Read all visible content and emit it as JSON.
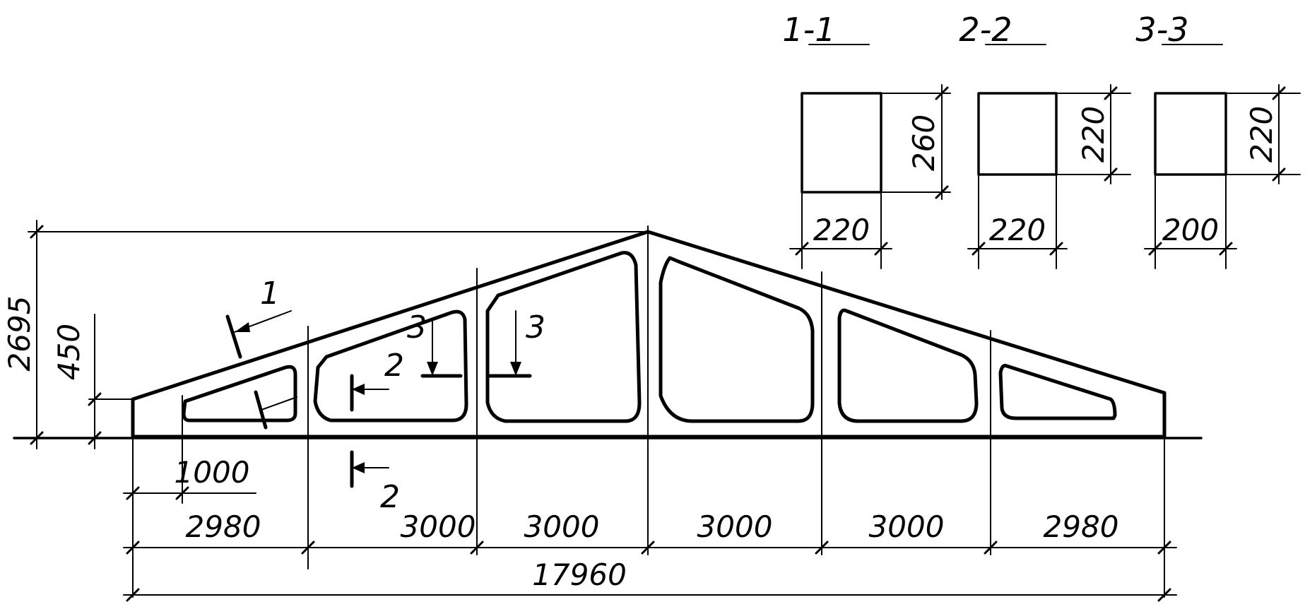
{
  "section_titles": [
    "1-1",
    "2-2",
    "3-3"
  ],
  "section_dims": {
    "s1": {
      "height": "260",
      "width": "220"
    },
    "s2": {
      "height": "220",
      "width": "220"
    },
    "s3": {
      "height": "220",
      "width": "200"
    }
  },
  "overall": {
    "height": "2695",
    "end_height": "450",
    "length": "17960"
  },
  "panels": [
    "2980",
    "3000",
    "3000",
    "3000",
    "3000",
    "2980"
  ],
  "first_offset": "1000",
  "cut_marks": [
    "1",
    "2",
    "2",
    "3",
    "3"
  ]
}
